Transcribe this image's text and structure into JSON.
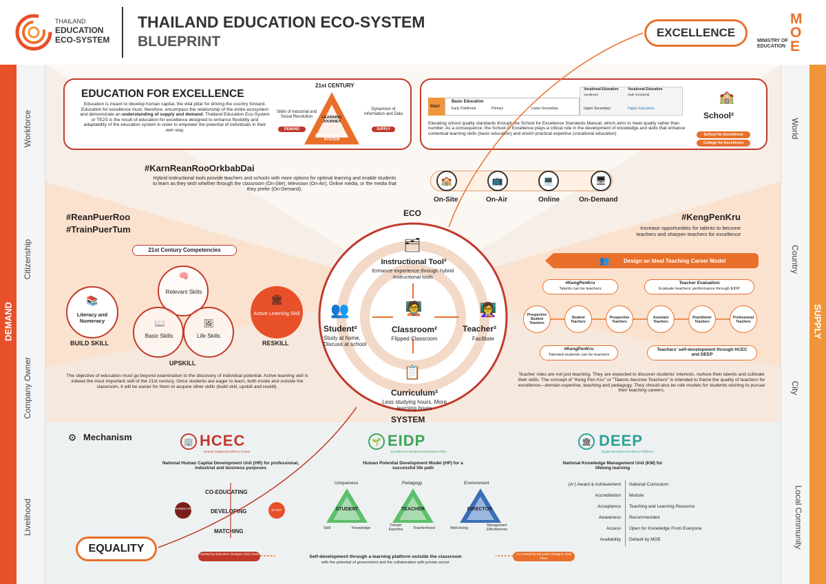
{
  "header": {
    "logo_l1": "THAILAND",
    "logo_l2": "EDUCATION",
    "logo_l3": "ECO-SYSTEM",
    "title": "THAILAND EDUCATION ECO-SYSTEM",
    "subtitle": "BLUEPRINT",
    "excellence": "EXCELLENCE",
    "ministry": "MINISTRY OF EDUCATION",
    "moe": "MOE"
  },
  "side": {
    "demand": "DEMAND",
    "supply": "SUPPLY",
    "left": [
      "Workforce",
      "Citizenship",
      "Company Owner",
      "Livelihood"
    ],
    "right": [
      "World",
      "Country",
      "City",
      "Local Community"
    ]
  },
  "efe": {
    "title": "EDUCATION FOR EXCELLENCE",
    "body1": "Education is meant to develop human capital, the vital pillar for driving the country forward. Education for excellence must, therefore, encompass the relationship of the entire ecosystem and demonstrate an ",
    "body_bold": "understanding of supply and demand",
    "body2": ". Thailand Education Eco-System or TE2S is the result of education for excellence designed to enhance flexibility and adaptability of the education system in order to empower the potential of individuals in their own way.",
    "century": "21st CENTURY",
    "skills": "Skills of Industrial and Social Revolution",
    "demand_tag": "DEMAND",
    "dyn": "Dynamism of Information and Data",
    "supply_tag": "SUPPLY",
    "lj": "LEARNING JOURNEY",
    "ees": "EDUCATION ECO-SYSTEM"
  },
  "school": {
    "start": "Start",
    "basic": "Basic Education",
    "ec": "Early Childhood",
    "pri": "Primary",
    "lsec": "Lower Secondary",
    "usec": "Upper Secondary",
    "hed": "Higher Education",
    "vocEd": "Vocational Education",
    "voc": "Vocational",
    "vocHigh": "Vocational Education",
    "highVoc": "High Vocational",
    "title": "School²",
    "body": "Elevating school quality standards through the School for Excellence Standards Manual, which aims to meet quality rather than number. As a consequence, the School of Excellence plays a critical role in the development of knowledge and skills that enhance contextual learning skills (basic education) and enrich practical expertise (vocational education)",
    "tag1": "School for Excellence",
    "tag2": "College for Excellence"
  },
  "karn": {
    "title": "#KarnReanRooOrkbabDai",
    "body": "Hybrid instructional tools provide teachers and schools with more options for optimal learning and enable students to learn as they wish whether through the classroom (On-Site), television (On-Air), Online media, or the media that they prefer (On-Demand).",
    "modes": [
      "On-Site",
      "On-Air",
      "Online",
      "On-Demand"
    ]
  },
  "rean": {
    "t1": "#ReanPuerRoo",
    "t2": "#TrainPuerTum",
    "comp": "21st Century Competencies",
    "lit": "Literacy and Numeracy",
    "build": "BUILD SKILL",
    "rel": "Relevant Skills",
    "basic": "Basic Skills",
    "life": "Life Skills",
    "upskill": "UPSKILL",
    "als": "Active Learning Skill",
    "reskill": "RESKILL",
    "body": "The objective of education must go beyond examination to the discovery of individual potential. Active learning skill is indeed the most important skill of the 21st century. Once students are eager to learn, both inside and outside the classroom, it will be easier for them to acquire other skills (build skill, upskill and reskill)."
  },
  "eco": {
    "eco": "ECO",
    "system": "SYSTEM",
    "it": "Instructional Tool²",
    "it_sub": "Enhance experience through hybrid instructional tools",
    "stu": "Student²",
    "stu_sub": "Study at home, Discuss at school",
    "cls": "Classroom²",
    "cls_sub": "Flipped Classroom",
    "tch": "Teacher²",
    "tch_sub": "Facilitate",
    "cur": "Curriculum²",
    "cur_sub": "Less studying hours, More learning hours"
  },
  "keng": {
    "title": "#KengPenKru",
    "body": "Increase opportunities for talents to become teachers and sharpen teachers for excellence",
    "design": "Design an Ideal Teaching Career Model",
    "k1": "#KengPenKru",
    "k1s": "Talents can be teachers",
    "te": "Teacher Evaluation",
    "tes": "Evaluate teachers' performance through EIDP",
    "nodes": [
      "Prospective Student Teachers",
      "Student Teachers",
      "Prospective Teachers",
      "Assistant Teachers",
      "Practitioner Teachers",
      "Professional Teachers"
    ],
    "k2": "#KengPenKru",
    "k2s": "Talented students can be teachers",
    "tsd": "Teachers' self-development through HCEC and DEEP",
    "body2": "Teacher roles are not just teaching. They are expected to discover students' interests, nurture their talents and cultivate their skills. The concept of \"Keng Pen Kru\" or \"Talents become Teachers\" is intended to frame the quality of teachers for excellence—domain expertise, teaching and pedagogy. They should also be role models for students wishing to pursue their teaching careers."
  },
  "mech": {
    "title": "Mechanism",
    "hcec": "HCEC",
    "hcec_s": "Human Capital Excellence Center",
    "hcec_d": "National Human Capital Development Unit (HR) for professional, industrial and business purposes",
    "coed": "CO-EDUCATING",
    "dev": "DEVELOPING",
    "match": "MATCHING",
    "hands": "HANDS-ON",
    "study": "STUDY",
    "eidp": "EIDP",
    "eidp_s": "Excellence Individual Development Plan",
    "eidp_d": "Human Potential Development Model (HP) for a successful life path",
    "uniq": "Uniqueness",
    "ped": "Pedagogy",
    "env": "Environment",
    "student": "STUDENT",
    "teacher": "TEACHER",
    "director": "DIRECTOR",
    "skill": "Skill",
    "know": "Knowledge",
    "dexp": "Domain Expertise",
    "tch": "Teacherhood",
    "wb": "Well-being",
    "meff": "Management Effectiveness",
    "deep": "DEEP",
    "deep_s": "Digital Education Excellence Platform",
    "deep_d": "National Knowledge Management Unit (KM) for lifelong learning",
    "leftL": [
      "(A⁴) Award & Achievement",
      "Accreditation",
      "Acceptance",
      "Awareness",
      "Access",
      "Availability"
    ],
    "rightL": [
      "National Curriculum",
      "Module",
      "Teaching and Learning Resource",
      "Recommended",
      "Open for Knowledge From Everyone",
      "Default by MOE"
    ],
    "equality": "EQUALITY",
    "cur1": "Curated by Education Designer (ED) Team",
    "selfdev": "Self-development through a learning platform outside the classroom",
    "selfdev2": "with the potential of government and the collaboration with private sector",
    "cur2": "Co-created by Education Designer (ED) Team"
  },
  "colors": {
    "red": "#c0392b",
    "orange": "#e8702a",
    "ltorange": "#f0963a",
    "blue": "#3b6fb6",
    "green": "#3aa55a",
    "teal": "#2aa198",
    "peach": "#f9e3cf"
  }
}
